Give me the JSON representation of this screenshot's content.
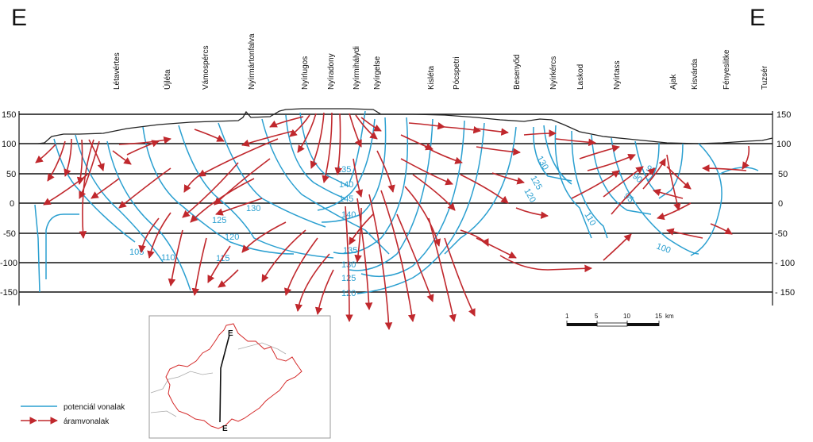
{
  "section": {
    "end_label_left": "E",
    "end_label_right": "E",
    "places": [
      "Létavértes",
      "Újléta",
      "Vámospércs",
      "Nyírmártonfalva",
      "Nyírlugos",
      "Nyíradony",
      "Nyírmihálydi",
      "Nyírgelse",
      "Kisléta",
      "Pócspetri",
      "Besenyőd",
      "Nyírkércs",
      "Laskod",
      "Nyírtass",
      "Ajak",
      "Kisvárda",
      "Fényeslitke",
      "Tuzsér"
    ],
    "left_ticks": [
      "150",
      "100",
      "50",
      "0",
      "-50",
      "-100",
      "-150"
    ],
    "right_ticks": [
      "150",
      "100",
      "50",
      "0",
      "-50",
      "- 100",
      "- 150"
    ]
  },
  "contour_labels": [
    "105",
    "110",
    "115",
    "120",
    "125",
    "130",
    "135",
    "140",
    "145",
    "140",
    "135",
    "130",
    "125",
    "120",
    "125",
    "130",
    "120",
    "110",
    "90",
    "95",
    "95",
    "100"
  ],
  "scale_bar": {
    "ticks": [
      "1",
      "5",
      "10",
      "15"
    ],
    "unit": "km"
  },
  "legend": {
    "potential_label": "potenciál vonalak",
    "flow_label": "áramvonalak"
  },
  "inset_map": {
    "top_label": "E",
    "bottom_label": "E"
  },
  "colors": {
    "potential_lines": "#2a9fd0",
    "flow_lines": "#c0282d",
    "terrain": "#222222",
    "map_border": "#d42a2a",
    "map_frame": "#999999"
  }
}
